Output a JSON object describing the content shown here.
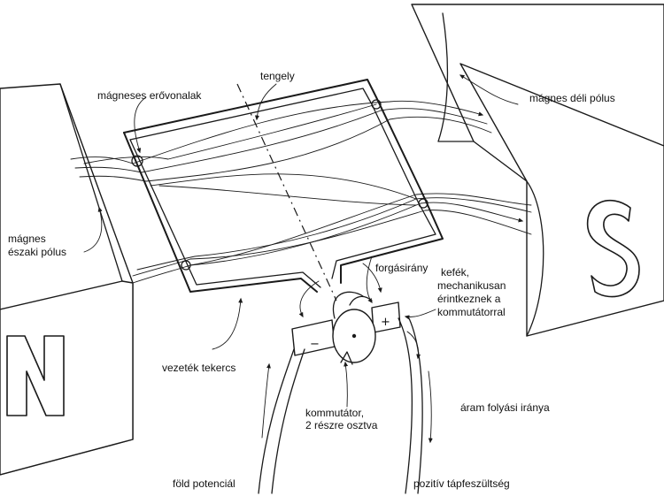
{
  "labels": {
    "tengely": "tengely",
    "field_lines": "mágneses erővonalak",
    "south_pole": "mágnes déli pólus",
    "north_pole_line1": "mágnes",
    "north_pole_line2": "északi pólus",
    "rotation": "forgásirány",
    "brushes_line1": "kefék,",
    "brushes_line2": "mechanikusan",
    "brushes_line3": "érintkeznek a",
    "brushes_line4": "kommutátorral",
    "coil": "vezeték tekercs",
    "commutator_line1": "kommutátor,",
    "commutator_line2": "2 részre osztva",
    "current_direction": "áram folyási iránya",
    "ground": "föld potenciál",
    "positive": "pozitív tápfeszültség"
  },
  "magnet_letters": {
    "north": "N",
    "south": "S"
  },
  "brush_signs": {
    "negative": "−",
    "positive": "+"
  }
}
